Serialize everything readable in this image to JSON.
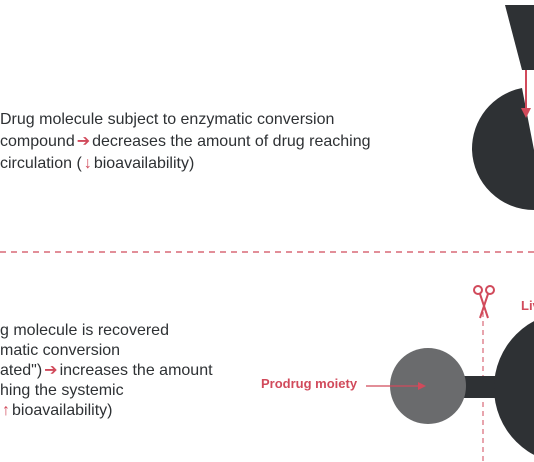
{
  "top_panel": {
    "line1": "Drug molecule subject to enzymatic conversion",
    "line2_a": "compound",
    "line2_b": "decreases the amount of drug reaching",
    "line3_a": "circulation (",
    "line3_b": "bioavailability)"
  },
  "bottom_panel": {
    "line1": "g molecule is recovered",
    "line2": "matic conversion",
    "line3_a": "ated\")",
    "line3_b": "increases the amount",
    "line4": "hing the systemic",
    "line5": "bioavailability)",
    "prodrug_label": "Prodrug moiety",
    "liver_label": "Liv"
  },
  "colors": {
    "accent": "#d14a5b",
    "dark_shape": "#2e3134",
    "prodrug_shape": "#6a6b6d",
    "text": "#2e3134"
  },
  "icons": {
    "scissors": "scissors-icon",
    "arrow_right": "arrow-right-icon",
    "arrow_down": "arrow-down-icon",
    "arrow_up": "arrow-up-icon"
  }
}
